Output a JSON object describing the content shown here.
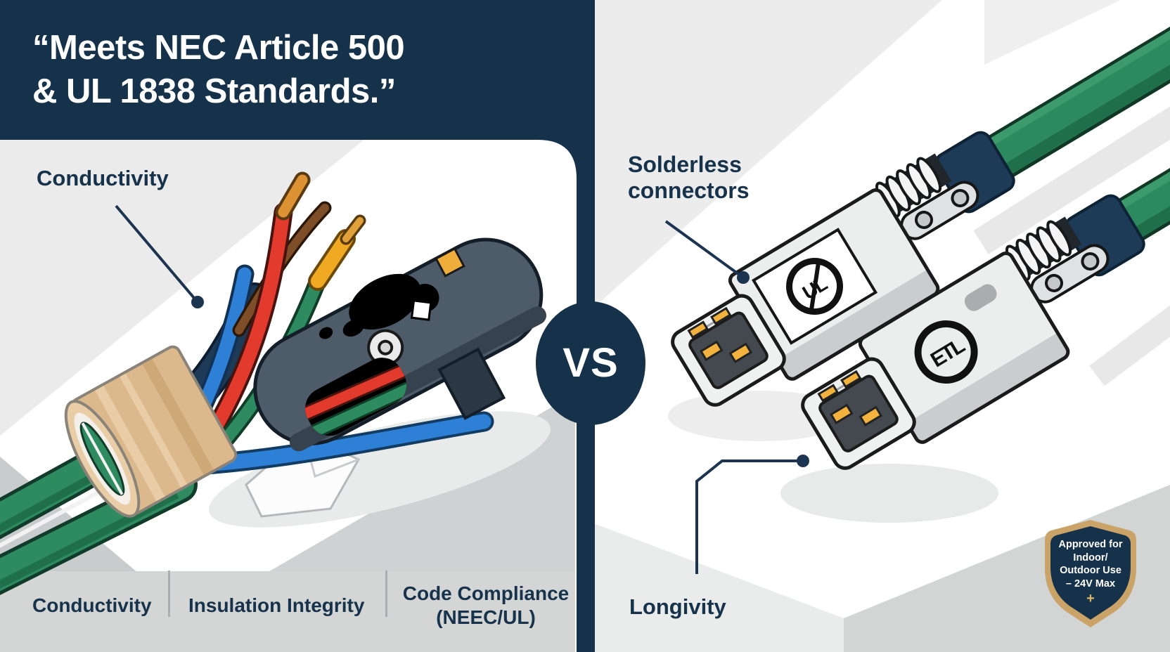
{
  "banner": {
    "quote_line1": "“Meets NEC Article 500",
    "quote_line2": "& UL 1838 Standards.”"
  },
  "divider": {
    "vs_label": "VS"
  },
  "left_panel": {
    "callout": "Conductivity",
    "features": [
      {
        "label": "Conductivity"
      },
      {
        "label": "Insulation Integrity"
      },
      {
        "label": "Code Compliance",
        "label_line2": "(NEEC/UL)"
      }
    ]
  },
  "right_panel": {
    "callout_line1": "Solderless",
    "callout_line2": "connectors",
    "callout2": "Longivity",
    "connector1_logo": "UL",
    "connector2_logo": "ETL",
    "badge": {
      "line1": "Approved for",
      "line2": "Indoor/",
      "line3": "Outdoor Use",
      "line4": "– 24V Max",
      "plus_icon": "+"
    }
  },
  "colors": {
    "navy": "#16324a",
    "cable_green": "#2d8a5f",
    "pin_gold": "#f2b23d",
    "badge_gold": "#c9a368",
    "wire_red": "#e23a2d",
    "wire_blue": "#2e80d6",
    "wrap_tan": "#dcb98d",
    "tool_gray": "#4e5b69"
  }
}
